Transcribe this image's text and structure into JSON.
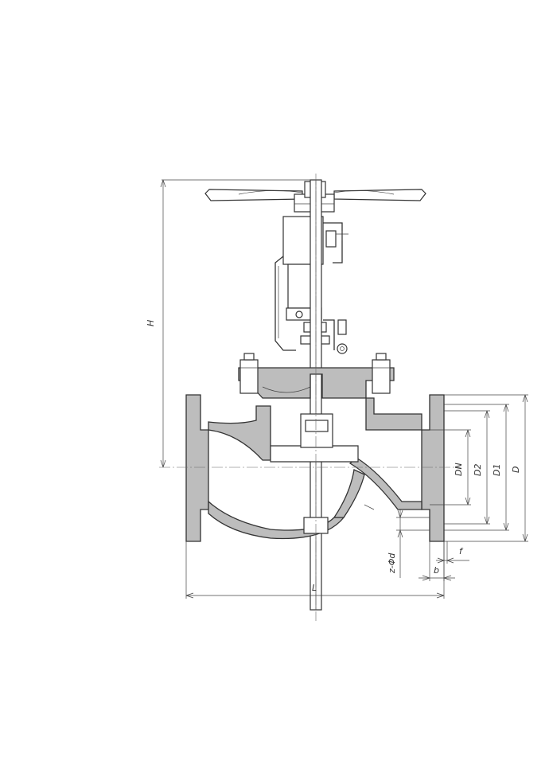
{
  "drawing": {
    "labels": {
      "height": "H",
      "length": "L",
      "nominal_diameter": "DN",
      "diameter_2": "D2",
      "diameter_1": "D1",
      "flange_diameter": "D",
      "bolt_holes": "z-Φd",
      "flange_thickness": "b",
      "face_height": "f"
    },
    "colors": {
      "line": "#333333",
      "section_fill": "#bdbdbd",
      "background": "#ffffff"
    }
  }
}
